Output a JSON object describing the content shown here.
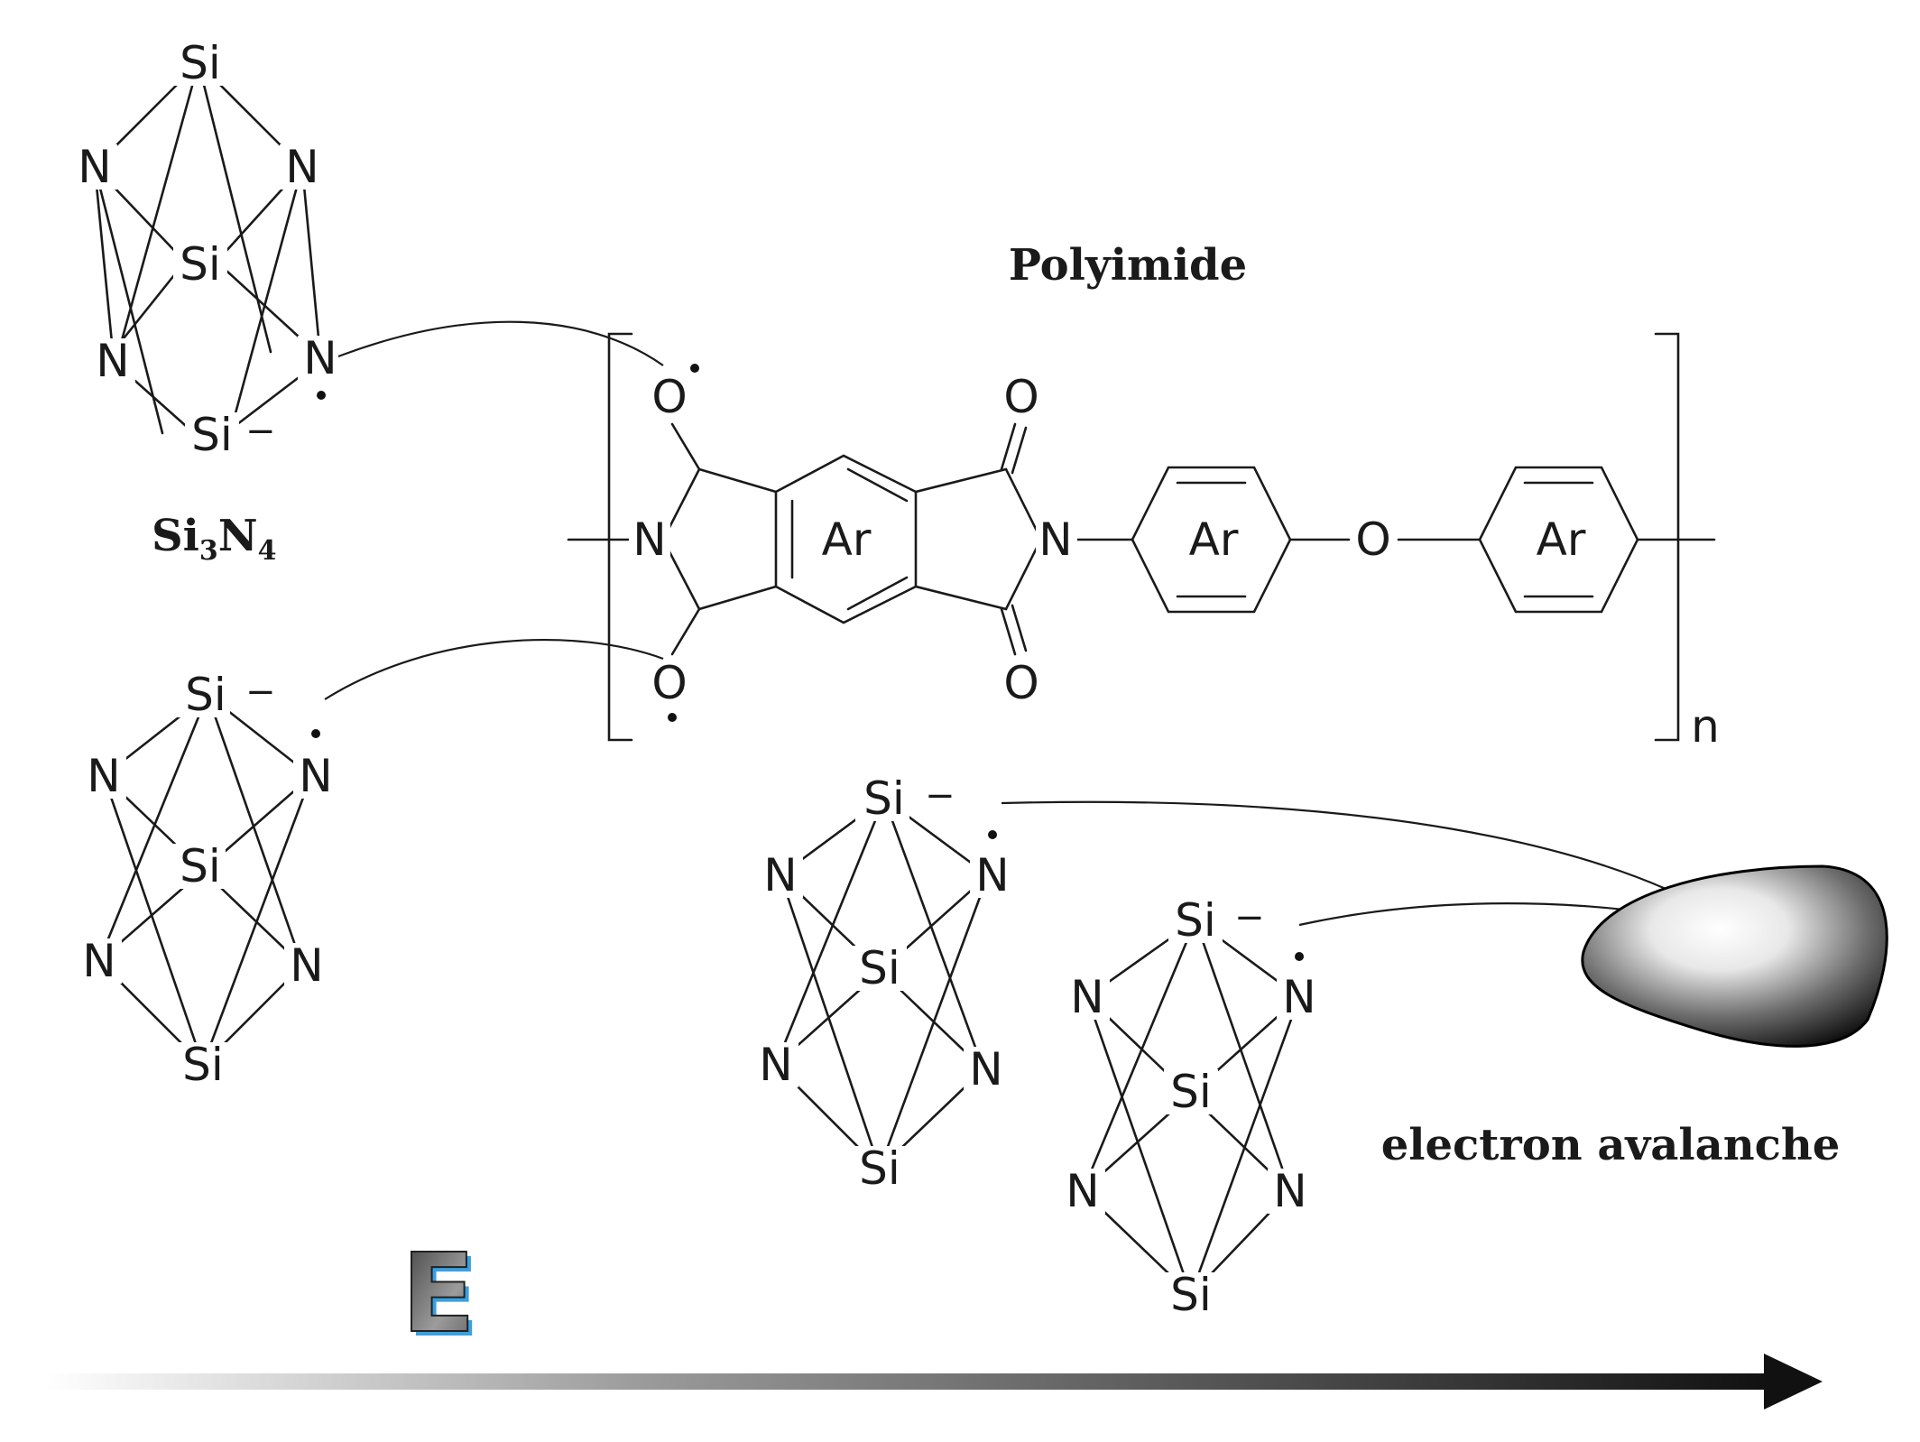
{
  "labels": {
    "si3n4_prefix": "Si",
    "si3n4_sub1": "3",
    "si3n4_mid": "N",
    "si3n4_sub2": "4",
    "polyimide": "Polyimide",
    "repeat_index": "n",
    "electron_avalanche": "electron avalanche",
    "field_symbol": "E"
  },
  "atoms": {
    "si": "Si",
    "n": "N",
    "o": "O",
    "ar": "Ar",
    "minus": "−"
  },
  "colors": {
    "ink": "#1a1a1a",
    "field_letter_accent": "#3aa0e0",
    "field_letter_gray": "#6e6e6e",
    "arrow_start": "#ffffff",
    "arrow_end": "#111111"
  },
  "icons": {
    "avalanche": "electron-cloud-icon",
    "field_arrow": "right-arrow-icon"
  }
}
